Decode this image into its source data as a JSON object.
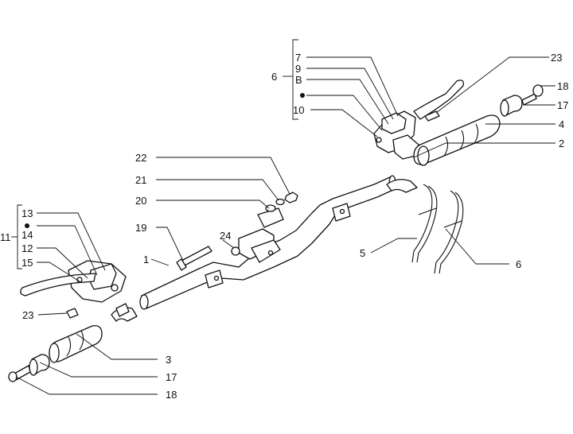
{
  "diagram": {
    "labels": {
      "l_7": "7",
      "l_9": "9",
      "l_B": "B",
      "l_6_top": "6",
      "l_10": "10",
      "l_23_top": "23",
      "l_18_top": "18",
      "l_17_top": "17",
      "l_4": "4",
      "l_2": "2",
      "l_22": "22",
      "l_21": "21",
      "l_20": "20",
      "l_19": "19",
      "l_24": "24",
      "l_1": "1",
      "l_5": "5",
      "l_6_right": "6",
      "l_13": "13",
      "l_11": "11",
      "l_14": "14",
      "l_12": "12",
      "l_15": "15",
      "l_23_left": "23",
      "l_3": "3",
      "l_17_bottom": "17",
      "l_18_bottom": "18"
    }
  }
}
